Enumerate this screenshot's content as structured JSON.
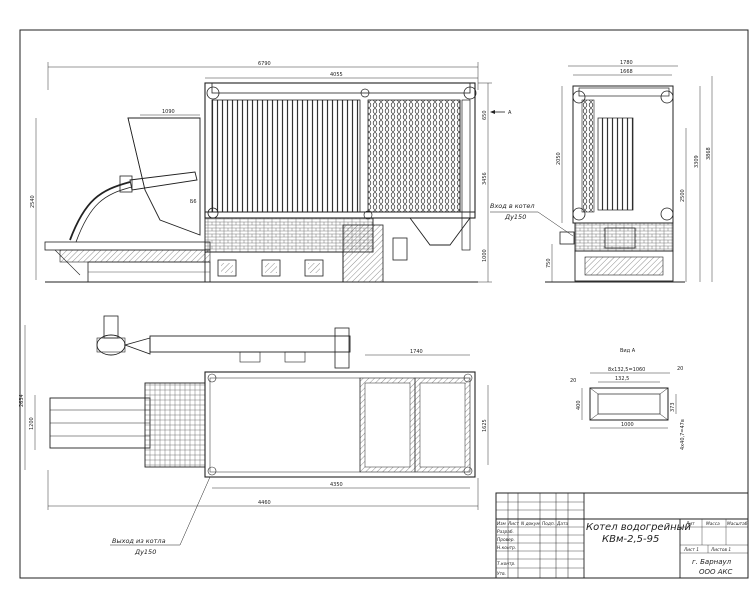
{
  "dimensions": {
    "front_total_length": "6790",
    "front_boiler_length": "4055",
    "front_hopper_width": "1090",
    "front_top_offset": "650",
    "front_height_left": "2540",
    "front_height_right": "3456",
    "front_base_height": "1000",
    "front_b6": "Б6",
    "front_section_mark": "А",
    "side_width_total": "1780",
    "side_width_inner": "1668",
    "side_height_inner": "2050",
    "side_height_a": "2500",
    "side_height_b": "3309",
    "side_height_c": "3868",
    "side_inlet_height": "750",
    "plan_depth": "2634",
    "plan_grate_width": "1200",
    "plan_hopper_offset": "1740",
    "plan_inner_width": "1625",
    "plan_length_4350": "4350",
    "plan_length_4460": "4460",
    "view_a_label": "Вид А",
    "view_a_flange": "8x132,5=1060",
    "view_a_pitch": "132,5",
    "view_a_left": "20",
    "view_a_right": "20",
    "view_a_height": "400",
    "view_a_inner": "373",
    "view_a_width": "1000",
    "view_a_holes": "4x40,7=47в"
  },
  "notes": {
    "inlet_line1": "Вход в котел",
    "inlet_line2": "Ду150",
    "outlet_line1": "Выход из котла",
    "outlet_line2": "Ду150"
  },
  "title_block": {
    "col_labels": [
      "Изм",
      "Лист",
      "N докум.",
      "Подп.",
      "Дата"
    ],
    "row_labels": [
      "Разраб.",
      "Провер.",
      "Т.контр.",
      "Н.контр.",
      "Утв."
    ],
    "title_line1": "Котел водогрейный",
    "title_line2": "КВм-2,5-95",
    "header_lit": "Лит",
    "header_mass": "Масса",
    "header_scale": "Масштаб",
    "sheet": "Лист 1",
    "sheets": "Листов 1",
    "org_city": "г. Барнаул",
    "org_name": "ООО АКС"
  }
}
